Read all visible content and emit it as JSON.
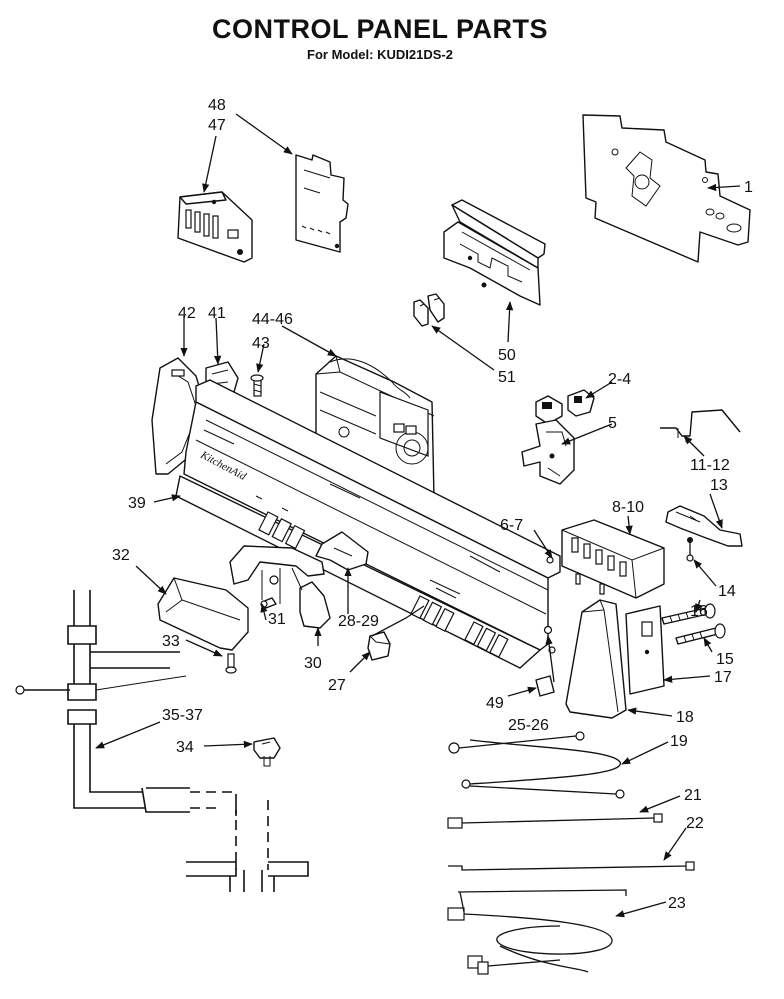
{
  "title": "CONTROL PANEL PARTS",
  "subtitle": "For Model: KUDI21DS-2",
  "panel_brand": "KitchenAid",
  "labels": {
    "p1": "1",
    "p2_4": "2-4",
    "p5": "5",
    "p6_7": "6-7",
    "p8_10": "8-10",
    "p11_12": "11-12",
    "p13": "13",
    "p14": "14",
    "p15": "15",
    "p16": "16",
    "p17": "17",
    "p18": "18",
    "p19": "19",
    "p21": "21",
    "p22": "22",
    "p23": "23",
    "p25_26": "25-26",
    "p27": "27",
    "p28_29": "28-29",
    "p30": "30",
    "p31": "31",
    "p32": "32",
    "p33": "33",
    "p34": "34",
    "p35_37": "35-37",
    "p39": "39",
    "p41": "41",
    "p42": "42",
    "p43": "43",
    "p44_46": "44-46",
    "p47": "47",
    "p48": "48",
    "p49": "49",
    "p50": "50",
    "p51": "51"
  }
}
